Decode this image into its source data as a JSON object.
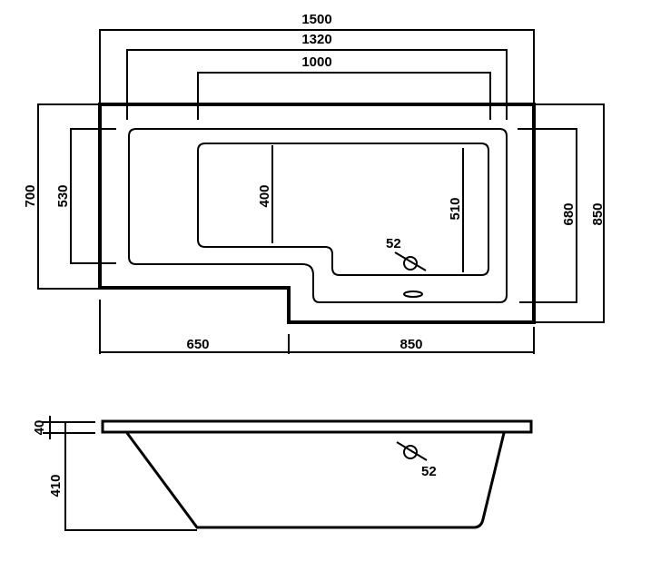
{
  "top_view": {
    "width_overall": "1500",
    "width_rim": "1320",
    "width_basin": "1000",
    "depth_left_overall": "700",
    "depth_left_rim": "530",
    "depth_basin_left": "400",
    "depth_basin_right": "510",
    "depth_right_rim": "680",
    "depth_right_overall": "850",
    "length_left_section": "650",
    "length_right_section": "850",
    "overflow_diameter": "52"
  },
  "side_view": {
    "rim_height": "40",
    "body_height": "410",
    "overflow_diameter": "52"
  },
  "colors": {
    "line": "#000000",
    "background": "#ffffff"
  }
}
